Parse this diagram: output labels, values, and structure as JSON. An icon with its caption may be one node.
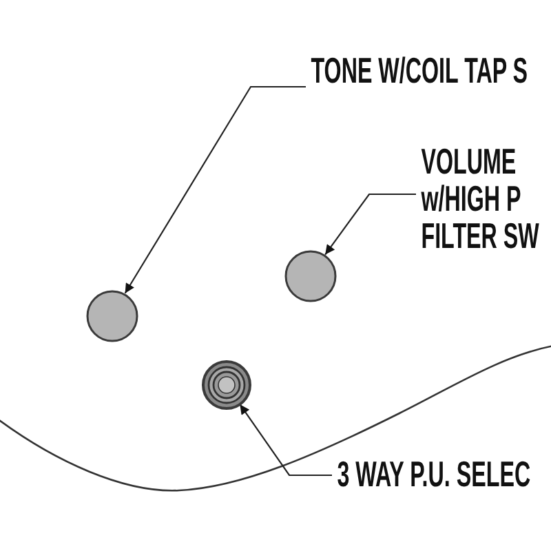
{
  "diagram": {
    "nodes": [
      {
        "text": [
          "TONE W/COIL TAP S"
        ]
      },
      {
        "text": [
          "VOLUME w/HIGH P FILTER SW"
        ]
      },
      {
        "text": [
          "3 WAY P.U. SELEC"
        ]
      },
      {
        "text": [],
        "shape": "circle"
      },
      {
        "text": [],
        "shape": "circle"
      },
      {
        "text": [],
        "shape": "circle"
      }
    ],
    "edges": [
      {
        "from": 0,
        "to": 3,
        "arrow": "to"
      },
      {
        "from": 1,
        "to": 4,
        "arrow": "to"
      },
      {
        "from": 2,
        "to": 5,
        "arrow": "to"
      }
    ]
  }
}
